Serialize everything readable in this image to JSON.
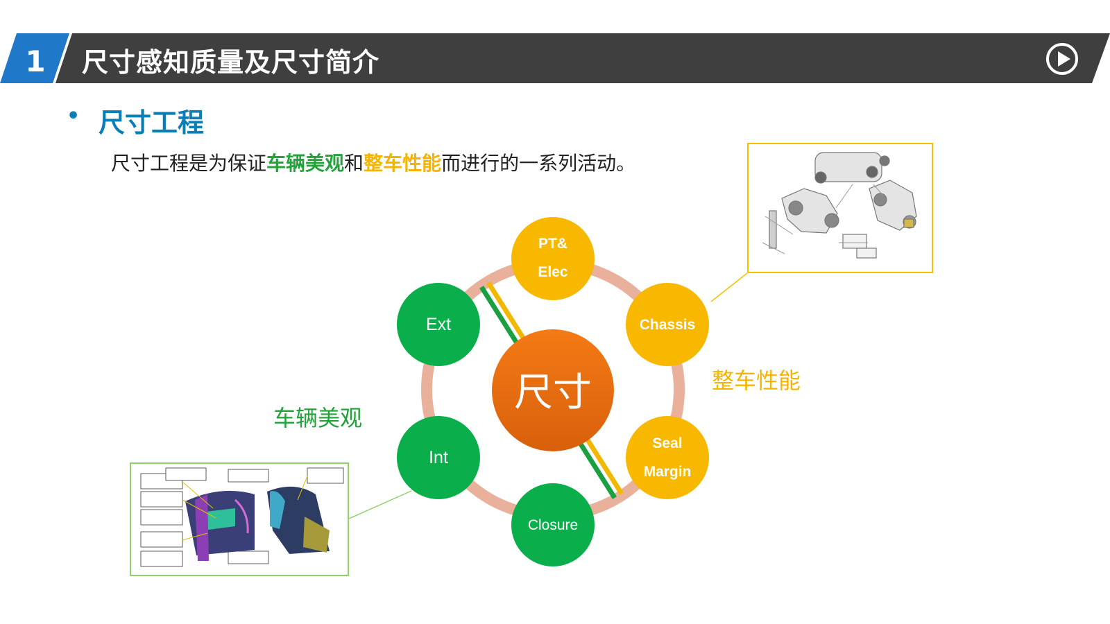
{
  "header": {
    "section_number": "1",
    "title": "尺寸感知质量及尺寸简介",
    "play_icon": "play-circle-icon"
  },
  "section": {
    "bullet": "•",
    "heading": "尺寸工程"
  },
  "intro": {
    "part1": "尺寸工程是为保证",
    "highlight1": "车辆美观",
    "part2": "和",
    "highlight2": "整车性能",
    "part3": "而进行的一系列活动。"
  },
  "diagram": {
    "center": "尺寸",
    "nodes": {
      "pt_elec": [
        "PT&",
        "Elec"
      ],
      "chassis": "Chassis",
      "seal_margin": [
        "Seal",
        "Margin"
      ],
      "closure": "Closure",
      "int": "Int",
      "ext": "Ext"
    },
    "label_vehicle": "车辆美观",
    "label_performance": "整车性能"
  },
  "colors": {
    "banner_dark": "#3f3f3f",
    "banner_blue": "#1f78c8",
    "green": "#0aae4a",
    "orange": "#f9b800",
    "center_orange": "#e8680f",
    "ring": "#e9b09b"
  }
}
